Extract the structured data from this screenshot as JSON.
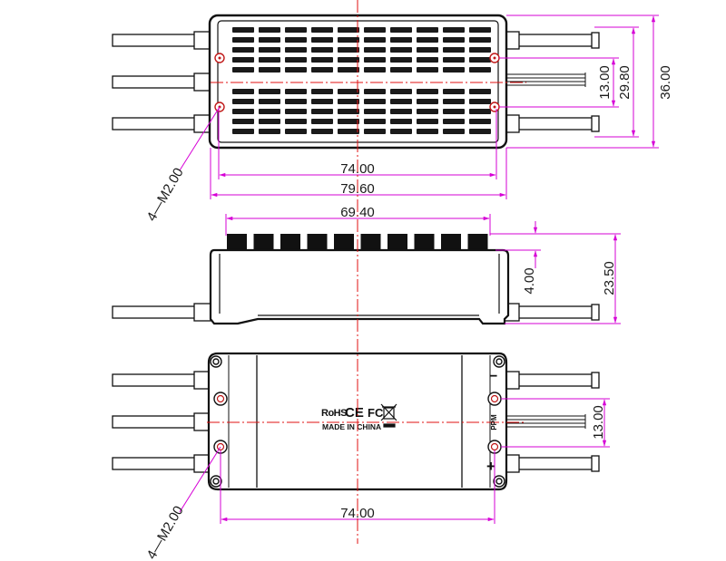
{
  "colors": {
    "outline": "#111111",
    "dimension": "#d600d6",
    "centerline": "#e01010"
  },
  "top_view": {
    "hole_label": "4—M2.00",
    "width_inner": "74.00",
    "width_outer": "79.60",
    "height_small": "13.00",
    "height_mid": "29.80",
    "height_total": "36.00"
  },
  "side_view": {
    "fin_width": "69.40",
    "fin_height": "4.00",
    "total_height": "23.50"
  },
  "bottom_view": {
    "hole_label": "4—M2.00",
    "width": "74.00",
    "height_small": "13.00",
    "certification_text": "RoHS",
    "ce_mark": "CE",
    "fc_mark": "FC",
    "made_in": "MADE IN CHINA",
    "minus_sign": "−",
    "plus_sign": "+",
    "signal_label": "PPM"
  }
}
